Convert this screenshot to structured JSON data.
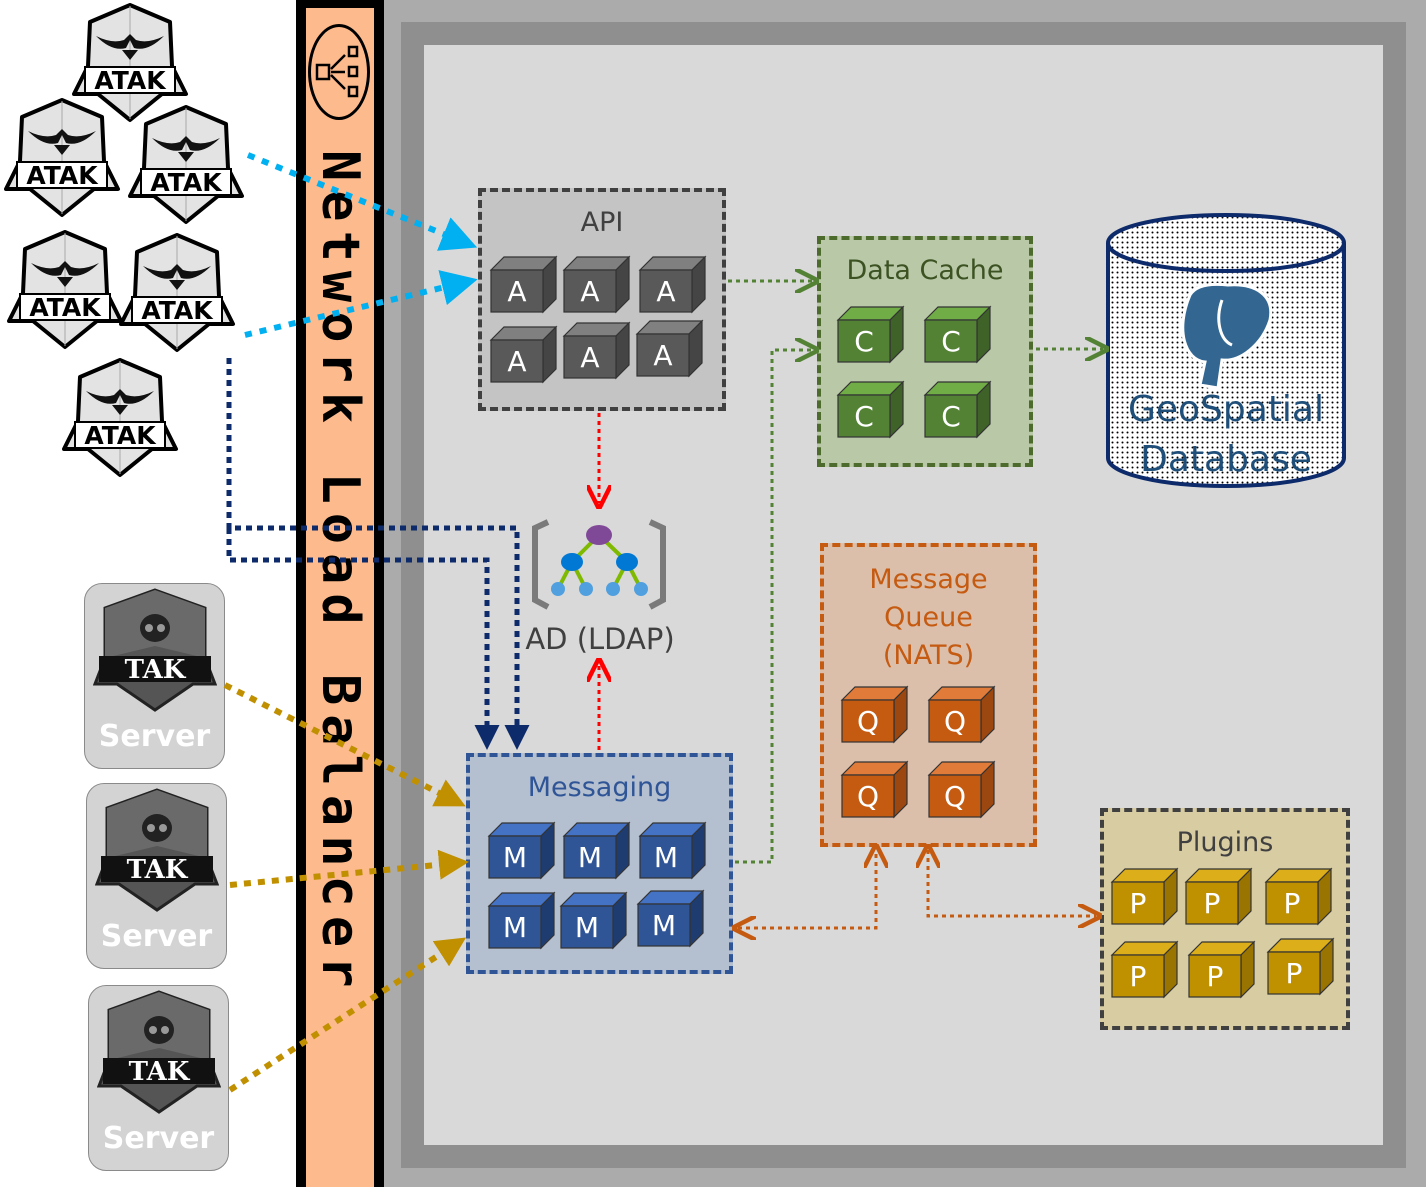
{
  "load_balancer": {
    "label": "Network Load Balancer",
    "icon": "load-balancer-icon"
  },
  "clients": {
    "atak_label": "ATAK",
    "count": 6
  },
  "tak_servers": [
    {
      "badge": "TAK",
      "label": "Server"
    },
    {
      "badge": "TAK",
      "label": "Server"
    },
    {
      "badge": "TAK",
      "label": "Server"
    }
  ],
  "api": {
    "title": "API",
    "nodes": [
      "A",
      "A",
      "A",
      "A",
      "A",
      "A"
    ]
  },
  "data_cache": {
    "title": "Data Cache",
    "nodes": [
      "C",
      "C",
      "C",
      "C"
    ]
  },
  "database": {
    "line1": "GeoSpatial",
    "line2": "Database",
    "icon": "postgresql-elephant-icon"
  },
  "ad": {
    "label": "AD (LDAP)"
  },
  "messaging": {
    "title": "Messaging",
    "nodes": [
      "M",
      "M",
      "M",
      "M",
      "M",
      "M"
    ]
  },
  "message_queue": {
    "line1": "Message",
    "line2": "Queue",
    "line3": "(NATS)",
    "nodes": [
      "Q",
      "Q",
      "Q",
      "Q"
    ]
  },
  "plugins": {
    "title": "Plugins",
    "nodes": [
      "P",
      "P",
      "P",
      "P",
      "P",
      "P"
    ]
  },
  "colors": {
    "load_balancer": "#fdba8c",
    "client_link": "#00b0f0",
    "messaging_link": "#0d2a6a",
    "server_link": "#c09000",
    "auth_link": "#ff0000",
    "cache_link": "#548235",
    "queue_link": "#c55a11"
  }
}
